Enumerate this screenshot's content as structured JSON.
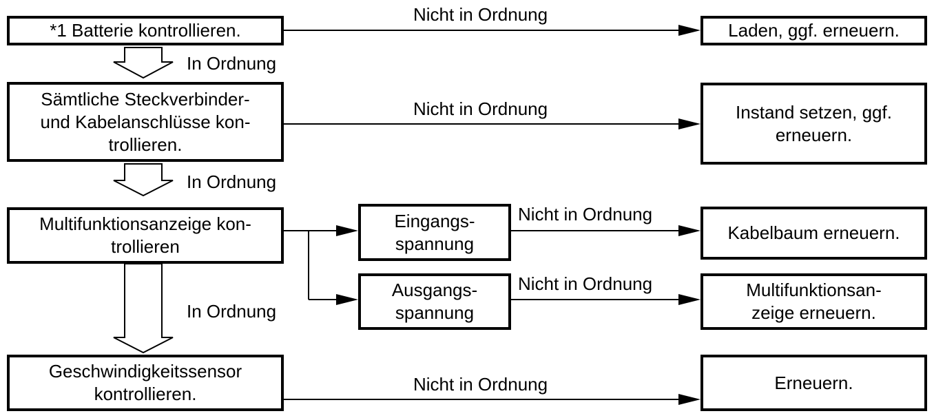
{
  "nodes": {
    "battery_check": "*1 Batterie kontrollieren.",
    "battery_fix": "Laden, ggf. erneuern.",
    "connectors_check": "Sämtliche Steckverbinder-\nund Kabelanschlüsse kon-\ntrollieren.",
    "connectors_fix": "Instand setzen, ggf.\nerneuern.",
    "display_check": "Multifunktionsanzeige kon-\ntrollieren",
    "input_voltage": "Eingangs-\nspannung",
    "output_voltage": "Ausgangs-\nspannung",
    "harness_fix": "Kabelbaum erneuern.",
    "display_fix": "Multifunktionsan-\nzeige erneuern.",
    "speed_sensor_check": "Geschwindigkeitssensor\nkontrollieren.",
    "speed_sensor_fix": "Erneuern."
  },
  "labels": {
    "ok": "In Ordnung",
    "not_ok": "Nicht in Ordnung"
  }
}
